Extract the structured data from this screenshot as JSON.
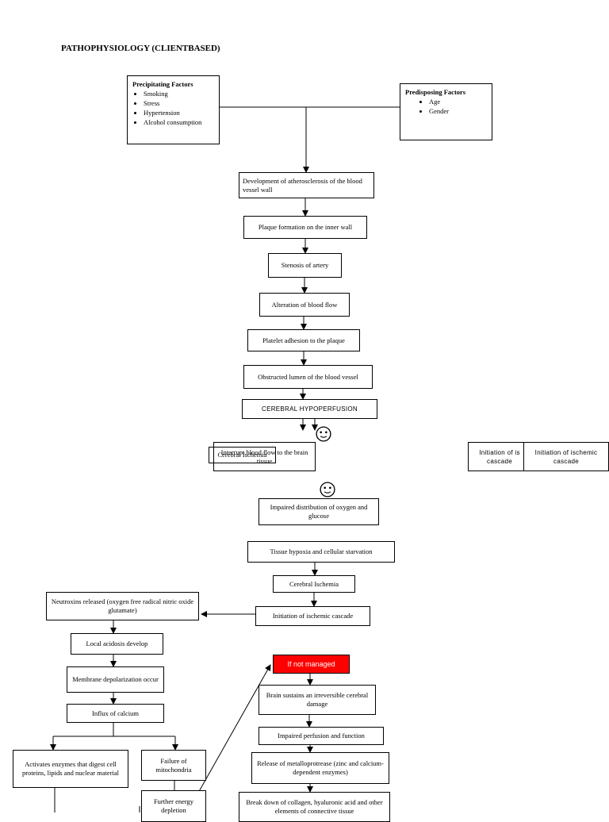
{
  "title": "PATHOPHYSIOLOGY (CLIENTBASED)",
  "precipitating": {
    "heading": "Precipitating Factors",
    "items": [
      "Smoking",
      "Stress",
      "Hypertension",
      "Alcohol consumption"
    ]
  },
  "predisposing": {
    "heading": "Predisposing Factors",
    "items": [
      "Age",
      "Gender"
    ]
  },
  "steps": {
    "atherosclerosis": "Development of atherosclerosis of the blood vessel wall",
    "plaque": "Plaque formation on the inner wall",
    "stenosis": "Stenosis of artery",
    "alteration": "Alteration of blood flow",
    "platelet": "Platelet adhesion to the plaque",
    "obstructed": "Obstructed lumen of the blood vessel",
    "hypoperfusion": "CEREBRAL HYPOPERFUSION",
    "interrupt": "Interrupt blood flow to the brain tissue",
    "cerebral_ischemia_overlap": "Cerebral Ischemia",
    "initiation_cut": "Initiation of is cascade",
    "initiation_right": "Initiation of ischemic cascade",
    "impaired_distribution": "Impaired distribution of oxygen and glucose",
    "tissue_hypoxia": "Tissue hypoxia and cellular starvation",
    "cerebral_ischemia": "Cerebral Ischemia",
    "initiation_main": "Initiation of ischemic cascade",
    "neurotoxins": "Neutroxins released (oxygen free radical nitric oxide glutamate)",
    "acidosis": "Local acidosis develop",
    "depolarization": "Membrane depolarization occur",
    "calcium_influx": "Influx of calcium",
    "enzymes": "Activates enzymes that digest cell proteins, lipids and nuclear material",
    "mitochondria": "Failure of mitochondria",
    "energy": "Further energy depletion",
    "not_managed": "If not managed",
    "irreversible": "Brain sustains an irreversible cerebral damage",
    "impaired_perfusion": "Impaired perfusion and function",
    "metalloprotease": "Release of metalloprotrease (zinc and calcium-dependent enzymes)",
    "breakdown": "Break down of collagen, hyaluronic acid and other elements of connective tissue"
  },
  "colors": {
    "accent": "#ff0000"
  },
  "icons": [
    "smiley-icon",
    "smiley-icon",
    "smiley-icon"
  ]
}
